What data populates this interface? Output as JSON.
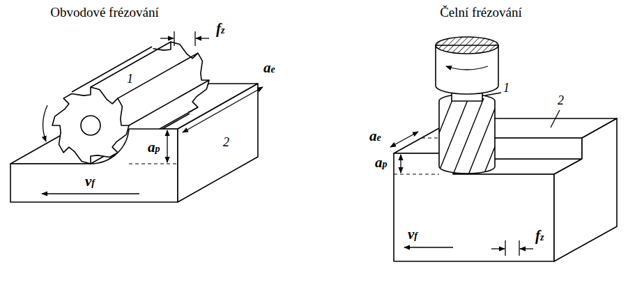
{
  "diagram": {
    "labels": [
      "Obvodové frézování",
      "Čelní frézování",
      "1",
      "fz",
      "ae",
      "2",
      "ap",
      "vf",
      "1",
      "2",
      "ap",
      "ae",
      "vf",
      "fz"
    ]
  }
}
